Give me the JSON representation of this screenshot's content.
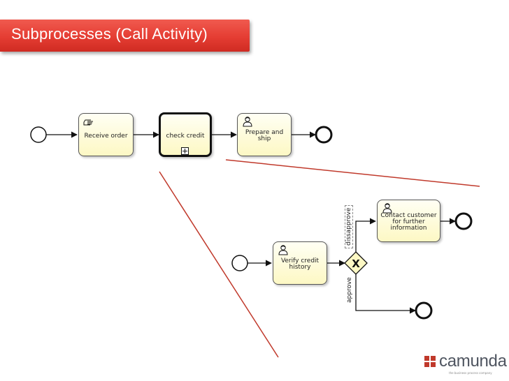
{
  "slide": {
    "title": "Subprocesses (Call Activity)"
  },
  "top_process": {
    "tasks": {
      "receive_order": "Receive order",
      "check_credit": "check credit",
      "prepare_ship_line1": "Prepare and",
      "prepare_ship_line2": "ship"
    }
  },
  "sub_process": {
    "tasks": {
      "verify_line1": "Verify credit",
      "verify_line2": "history",
      "contact_line1": "Contact customer",
      "contact_line2": "for further",
      "contact_line3": "information"
    },
    "flows": {
      "disapprove": "dissapprove",
      "approve": "approve"
    },
    "gateway_symbol": "X"
  },
  "logo": {
    "name": "camunda",
    "tagline": "the business process company"
  },
  "colors": {
    "banner": "#e53d33",
    "task_fill": "#fdf8c4",
    "zoom_line": "#c0392b"
  }
}
